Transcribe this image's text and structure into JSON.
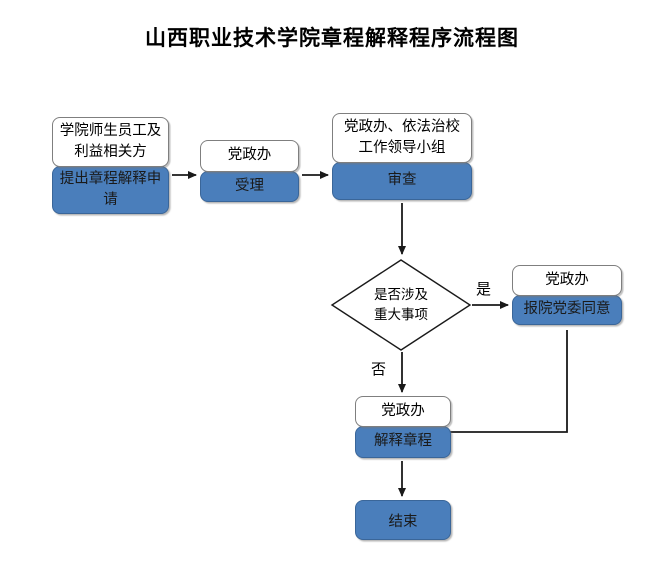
{
  "title": "山西职业技术学院章程解释程序流程图",
  "colors": {
    "node_fill": "#4A7EBB",
    "node_stroke": "#3A6699",
    "head_fill": "#FFFFFF",
    "head_stroke": "#7F7F7F",
    "line": "#000000",
    "text": "#000000"
  },
  "nodes": {
    "applicant": {
      "actor": "学院师生员工及利益相关方",
      "action": "提出章程解释申请"
    },
    "office_accept": {
      "actor": "党政办",
      "action": "受理"
    },
    "review": {
      "actor": "党政办、依法治校工作领导小组",
      "action": "审查"
    },
    "decision": {
      "text": "是否涉及重大事项",
      "line1": "是否涉及",
      "line2": "重大事项"
    },
    "party_approve": {
      "actor": "党政办",
      "action": "报院党委同意"
    },
    "interpret": {
      "actor": "党政办",
      "action": "解释章程"
    },
    "end": {
      "action": "结束"
    }
  },
  "edges": {
    "yes_label": "是",
    "no_label": "否"
  }
}
